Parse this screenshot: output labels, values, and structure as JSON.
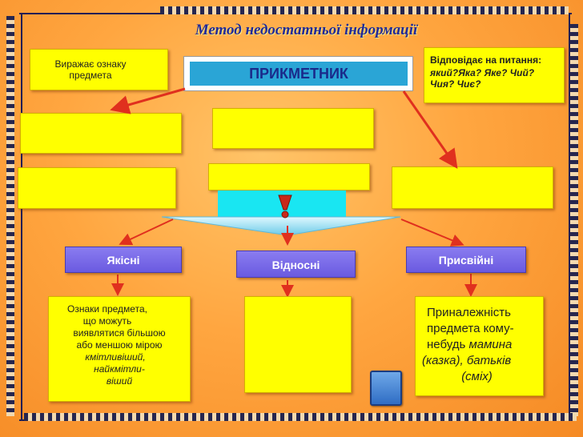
{
  "title": "Метод недостатньої інформації",
  "main_title": "ПРИКМЕТНИК",
  "left_note": [
    "Виражає ознаку",
    "предмета"
  ],
  "right_note": {
    "line1": "Відповідає на питання:",
    "line2": "який?Яка? Яке? Чий?",
    "line3": "Чия? Чиє?"
  },
  "exclamation": "!",
  "categories": {
    "qualitative": "Якісні",
    "relative": "Відносні",
    "possessive": "Присвійні"
  },
  "qualitative_desc": {
    "lines": [
      "Ознаки предмета,",
      "що можуть",
      "виявлятися більшою",
      "або меншою мірою"
    ],
    "examples": [
      "кмітливіший,",
      "найкмітли-",
      "віший"
    ]
  },
  "possessive_desc": {
    "lines": [
      "Приналежність",
      "предмета кому-",
      "небудь"
    ],
    "example1": "мамина",
    "example1_tail": "(казка), батьків",
    "example2_tail": "(сміх)"
  },
  "colors": {
    "box_yellow": "#ffff00",
    "arrow_red": "#e0301e",
    "cyan": "#19e6f2",
    "title_blue": "#1f2a9a",
    "button_purple": "#7b6ce8"
  },
  "icons": [
    "home-icon",
    "exclamation-icon"
  ]
}
